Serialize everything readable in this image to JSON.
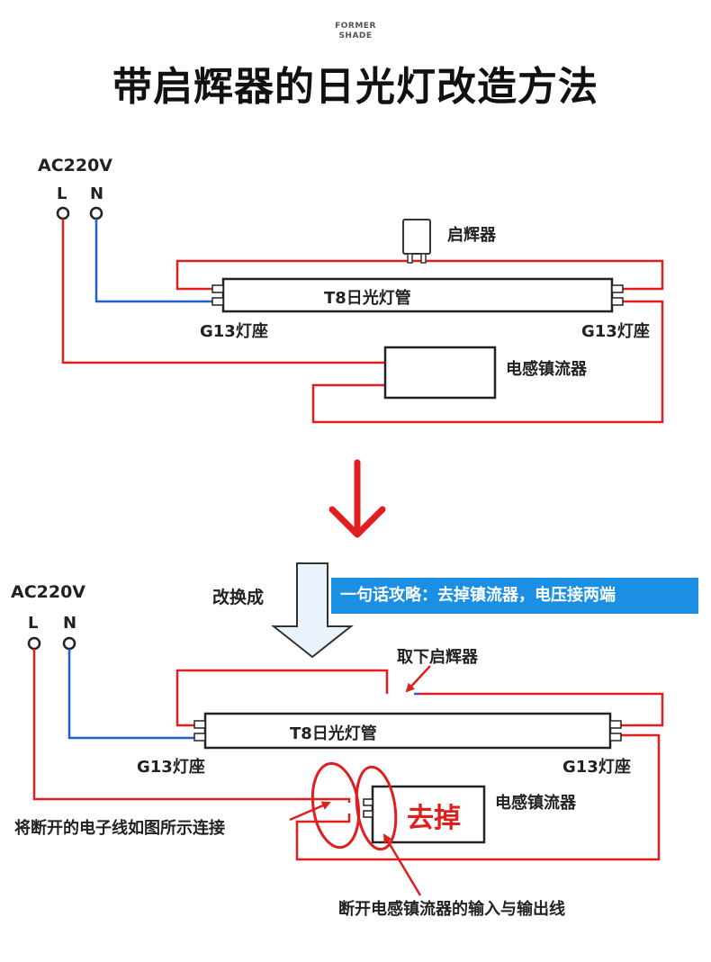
{
  "brand": {
    "line1": "FORMER",
    "line2": "SHADE"
  },
  "title": "带启辉器的日光灯改造方法",
  "top_diagram": {
    "power": "AC220V",
    "terminal_l": "L",
    "terminal_n": "N",
    "starter": "启辉器",
    "tube": "T8日光灯管",
    "socket_left": "G13灯座",
    "socket_right": "G13灯座",
    "ballast": "电感镇流器"
  },
  "transition": {
    "label": "改换成",
    "banner": "一句话攻略：去掉镇流器，电压接两端"
  },
  "bottom_diagram": {
    "power": "AC220V",
    "terminal_l": "L",
    "terminal_n": "N",
    "remove_starter": "取下启辉器",
    "tube": "T8日光灯管",
    "socket_left": "G13灯座",
    "socket_right": "G13灯座",
    "ballast": "电感镇流器",
    "remove_text": "去掉",
    "note_connect": "将断开的电子线如图所示连接",
    "note_disconnect": "断开电感镇流器的输入与输出线"
  },
  "colors": {
    "live_wire": "#e01e1e",
    "neutral_wire": "#1e5fc8",
    "banner": "#1a8fe3",
    "arrow_fill": "#eaf3fb"
  }
}
